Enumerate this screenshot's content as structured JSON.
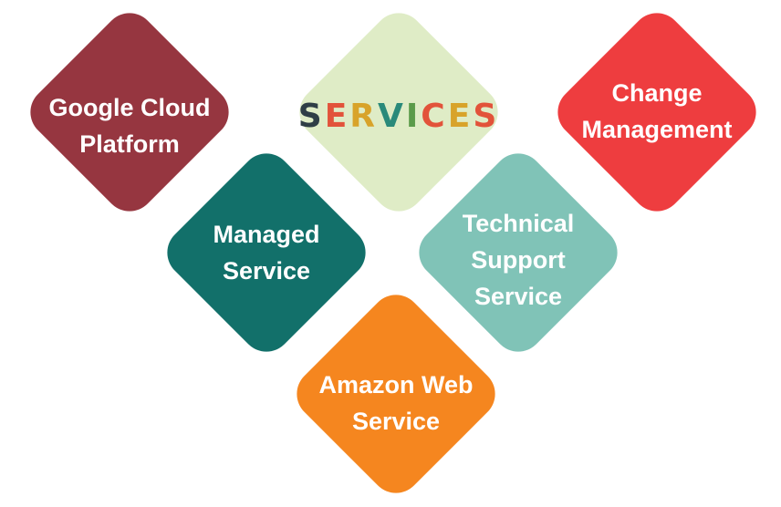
{
  "diagram": {
    "center": {
      "letters": [
        "S",
        "E",
        "R",
        "V",
        "I",
        "C",
        "E",
        "S"
      ],
      "letter_colors": [
        "#2f3e46",
        "#e2533a",
        "#d8a32a",
        "#2a8a7a",
        "#5b9b4a",
        "#e2533a",
        "#d8a32a",
        "#e2533a"
      ],
      "color": "#dfecc6"
    },
    "items": [
      {
        "id": "google-cloud",
        "lines": [
          "Google Cloud",
          "Platform"
        ],
        "color": "#963640"
      },
      {
        "id": "change-management",
        "lines": [
          "Change",
          "Management"
        ],
        "color": "#ee3d3f"
      },
      {
        "id": "managed-service",
        "lines": [
          "Managed",
          "Service"
        ],
        "color": "#12706a"
      },
      {
        "id": "technical-support",
        "lines": [
          "Technical",
          "Support",
          "Service"
        ],
        "color": "#80c3b7"
      },
      {
        "id": "amazon-web",
        "lines": [
          "Amazon Web",
          "Service"
        ],
        "color": "#f5861f"
      }
    ]
  }
}
